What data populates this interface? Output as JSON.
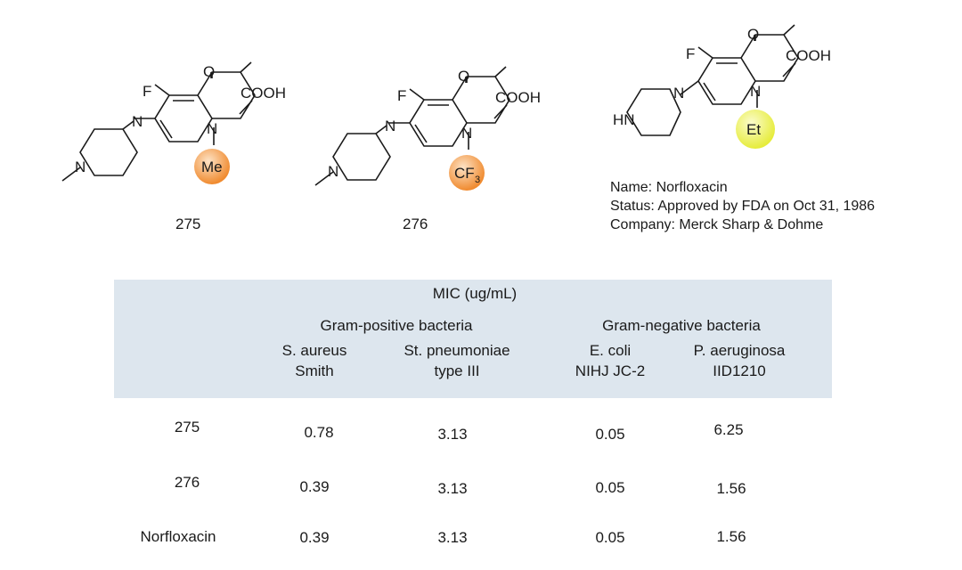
{
  "compounds": [
    {
      "id": "275",
      "substituent": "Me",
      "ball_color": "#f08a2e"
    },
    {
      "id": "276",
      "substituent": "CF",
      "substituent_sub": "3",
      "ball_color": "#f08a2e"
    },
    {
      "id": "norfloxacin",
      "substituent": "Et",
      "ball_color": "#e6ec3a"
    }
  ],
  "atoms": {
    "fluorine": "F",
    "oxygen": "O",
    "acid": "COOH",
    "nitrogen": "N",
    "amine": "HN"
  },
  "drug_info": {
    "name_label": "Name:",
    "name_value": "Norfloxacin",
    "status_label": "Status:",
    "status_value": "Approved by FDA on Oct 31, 1986",
    "company_label": "Company:",
    "company_value": "Merck Sharp & Dohme"
  },
  "table": {
    "title": "MIC (ug/mL)",
    "groups": [
      "Gram-positive bacteria",
      "Gram-negative bacteria"
    ],
    "columns": [
      {
        "line1": "S. aureus",
        "line2": "Smith"
      },
      {
        "line1": "St. pneumoniae",
        "line2": "type III"
      },
      {
        "line1": "E. coli",
        "line2": "NIHJ JC-2"
      },
      {
        "line1": "P. aeruginosa",
        "line2": "IID1210"
      }
    ],
    "rows": [
      {
        "label": "275",
        "values": [
          "0.78",
          "3.13",
          "0.05",
          "6.25"
        ]
      },
      {
        "label": "276",
        "values": [
          "0.39",
          "3.13",
          "0.05",
          "1.56"
        ]
      },
      {
        "label": "Norfloxacin",
        "values": [
          "0.39",
          "3.13",
          "0.05",
          "1.56"
        ]
      }
    ],
    "band_color": "#dde6ee"
  }
}
